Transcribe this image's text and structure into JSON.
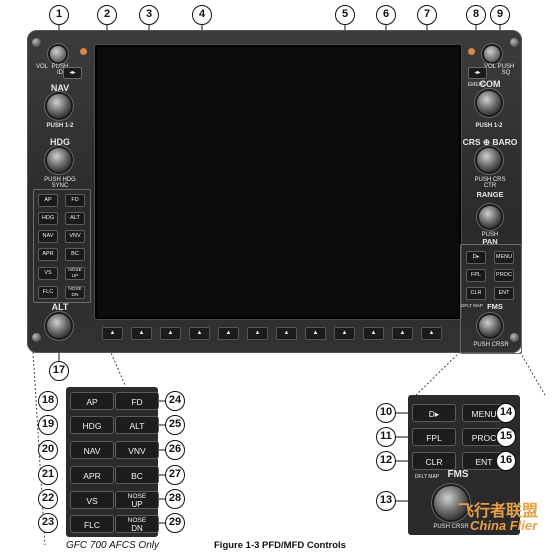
{
  "callouts": [
    "1",
    "2",
    "3",
    "4",
    "5",
    "6",
    "7",
    "8",
    "9",
    "10",
    "11",
    "12",
    "13",
    "14",
    "15",
    "16",
    "17",
    "18",
    "19",
    "20",
    "21",
    "22",
    "23",
    "24",
    "25",
    "26",
    "27",
    "28",
    "29"
  ],
  "bezel": {
    "vol_left": "VOL",
    "vol_left_push": "PUSH ID",
    "vol_right": "VOL",
    "vol_right_push": "PUSH SQ",
    "nav": "NAV",
    "push_12_left": "PUSH 1-2",
    "hdg": "HDG",
    "push_hdg_sync": "PUSH HDG SYNC",
    "alt": "ALT",
    "com": "COM",
    "emerg": "EMERG",
    "push_12_right": "PUSH 1-2",
    "crs_baro": "CRS ⊕ BARO",
    "push_crs_ctr": "PUSH CRS CTR",
    "range": "RANGE",
    "push_pan_small": "PUSH",
    "pan": "PAN",
    "fms": "FMS",
    "dflt_map": "DFLT MAP",
    "push_crsr": "PUSH CRSR",
    "swap_symbol": "◂▸"
  },
  "afcs_buttons": [
    {
      "l": "AP"
    },
    {
      "l": "FD"
    },
    {
      "l": "HDG"
    },
    {
      "l": "ALT"
    },
    {
      "l": "NAV"
    },
    {
      "l": "VNV"
    },
    {
      "l": "APR"
    },
    {
      "l": "BC"
    },
    {
      "l": "VS"
    },
    {
      "l": "NOSE UP"
    },
    {
      "l": "FLC"
    },
    {
      "l": "NOSE DN"
    }
  ],
  "fms_buttons": [
    "D▸",
    "MENU",
    "FPL",
    "PROC",
    "CLR",
    "ENT"
  ],
  "enlarged_afcs": {
    "buttons": [
      "AP",
      "FD",
      "HDG",
      "ALT",
      "NAV",
      "VNV",
      "APR",
      "BC",
      "VS",
      "UP",
      "FLC",
      "DN"
    ],
    "nose": "NOSE",
    "caption": "GFC 700 AFCS Only"
  },
  "enlarged_fms": {
    "buttons": [
      "D▸",
      "MENU",
      "FPL",
      "PROC",
      "CLR",
      "ENT"
    ],
    "fms": "FMS",
    "dflt_map": "DFLT MAP",
    "push_crsr": "PUSH CRSR"
  },
  "figure_caption": "Figure 1-3  PFD/MFD Controls",
  "watermark_cn": "飞行者联盟",
  "watermark_en": "China Flier",
  "colors": {
    "bezel": "#2e2e30",
    "led": "#d58a4a",
    "watermark": "#e8a048"
  }
}
